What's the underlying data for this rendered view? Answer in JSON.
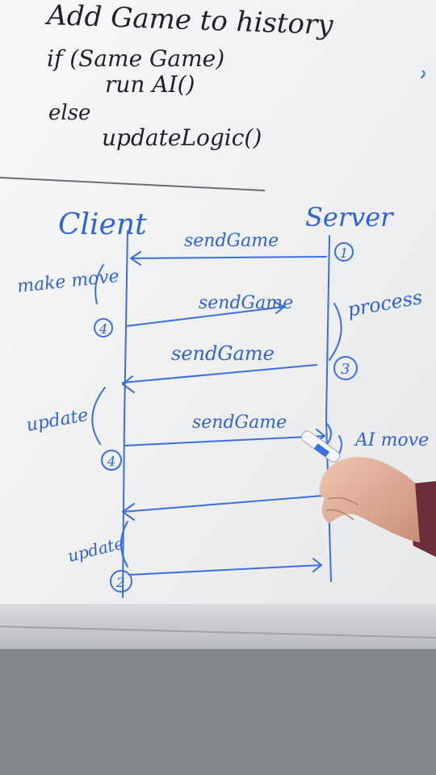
{
  "top_notes": {
    "line1": "Add Game to history",
    "line2": "if (Same Game)",
    "line3": "run AI()",
    "line4": "else",
    "line5": "updateLogic()"
  },
  "diagram": {
    "client_label": "Client",
    "server_label": "Server",
    "messages": [
      {
        "label": "sendGame"
      },
      {
        "label": "sendGame"
      },
      {
        "label": "sendGame"
      },
      {
        "label": "sendGame"
      }
    ],
    "left_notes": {
      "make_move": "make move",
      "update1": "update",
      "update2": "update"
    },
    "right_notes": {
      "process": "process",
      "ai_move": "AI move"
    },
    "circled_numbers": [
      "1",
      "4",
      "3",
      "4",
      "2"
    ]
  },
  "colors": {
    "marker_blue": "#3b6fe0",
    "marker_black": "#1f2326",
    "board": "#f2f3f4",
    "wall": "#7b7e82"
  }
}
